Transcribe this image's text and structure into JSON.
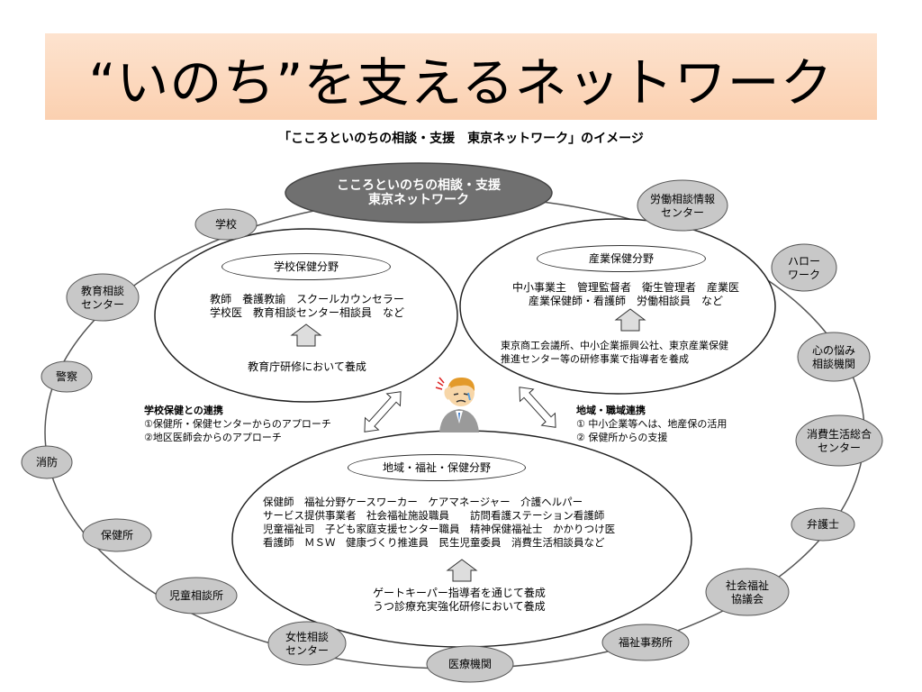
{
  "header": {
    "title": "“いのち”を支えるネットワーク",
    "subtitle": "「こころといのちの相談・支援　東京ネットワーク」のイメージ"
  },
  "center_node": {
    "line1": "こころといのちの相談・支援",
    "line2": "東京ネットワーク"
  },
  "outer_nodes": [
    {
      "id": "gakko",
      "lines": [
        "学校"
      ]
    },
    {
      "id": "kyoiku",
      "lines": [
        "教育相談",
        "センター"
      ]
    },
    {
      "id": "keisatsu",
      "lines": [
        "警察"
      ]
    },
    {
      "id": "shobo",
      "lines": [
        "消防"
      ]
    },
    {
      "id": "hokenjo",
      "lines": [
        "保健所"
      ]
    },
    {
      "id": "jidou",
      "lines": [
        "児童相談所"
      ]
    },
    {
      "id": "josei",
      "lines": [
        "女性相談",
        "センター"
      ]
    },
    {
      "id": "iryou",
      "lines": [
        "医療機関"
      ]
    },
    {
      "id": "fukushi",
      "lines": [
        "福祉事務所"
      ]
    },
    {
      "id": "shakai",
      "lines": [
        "社会福祉",
        "協議会"
      ]
    },
    {
      "id": "bengoshi",
      "lines": [
        "弁護士"
      ]
    },
    {
      "id": "shohi",
      "lines": [
        "消費生活総合",
        "センター"
      ]
    },
    {
      "id": "kokoro",
      "lines": [
        "心の悩み",
        "相談機関"
      ]
    },
    {
      "id": "hello",
      "lines": [
        "ハロー",
        "ワーク"
      ]
    },
    {
      "id": "roudou",
      "lines": [
        "労働相談情報",
        "センター"
      ]
    }
  ],
  "school_area": {
    "label": "学校保健分野",
    "line1": "教師　養護教諭　スクールカウンセラー",
    "line2": "学校医　教育相談センター相談員　など",
    "training": "教育庁研修において養成"
  },
  "industry_area": {
    "label": "産業保健分野",
    "line1": "中小事業主　管理監督者　衛生管理者　産業医",
    "line2": "産業保健師・看護師　労働相談員　など",
    "training1": "東京商工会議所、中小企業振興公社、東京産業保健",
    "training2": "推進センター等の研修事業で指導者を養成"
  },
  "community_area": {
    "label": "地域・福祉・保健分野",
    "line1": "保健師　福祉分野ケースワーカー　ケアマネージャー　介護ヘルパー",
    "line2": "サービス提供事業者　社会福祉施設職員　　訪問看護ステーション看護師",
    "line3": "児童福祉司　子ども家庭支援センター職員　精神保健福祉士　かかりつけ医",
    "line4": "看護師　ＭＳＷ　健康づくり推進員　民生児童委員　消費生活相談員など",
    "training1": "ゲートキーパー指導者を通じて養成",
    "training2": "うつ診療充実強化研修において養成"
  },
  "school_link": {
    "title": "学校保健との連携",
    "item1": "①保健所・保健センターからのアプローチ",
    "item2": "②地区医師会からのアプローチ"
  },
  "regional_link": {
    "title": "地域・職域連携",
    "item1": "① 中小企業等へは、地産保の活用",
    "item2": "② 保健所からの支援"
  },
  "colors": {
    "node_fill": "#c8c8c8",
    "center_fill": "#707070",
    "banner": "#fcd9bf"
  }
}
